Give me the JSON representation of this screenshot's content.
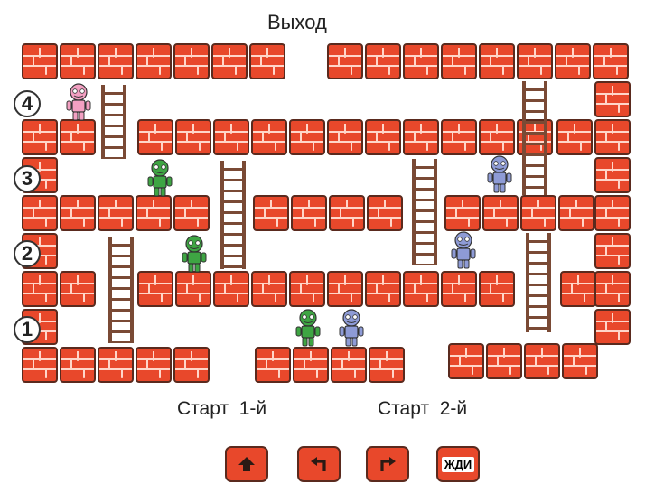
{
  "title": "Выход",
  "start_labels": [
    "Старт  1-й",
    "Старт  2-й"
  ],
  "level_numbers": [
    "1",
    "2",
    "3",
    "4"
  ],
  "controls": {
    "up": "up-arrow",
    "left": "turn-left-arrow",
    "right": "turn-right-arrow",
    "wait": "ЖДИ"
  },
  "colors": {
    "brick": "#e8482b",
    "brick_outline": "#5a2a1e",
    "ladder": "#7a4a35",
    "robot_green": "#3ea543",
    "robot_blue": "#8e9bd6",
    "robot_pink": "#f3a0c2"
  },
  "robots": [
    "pink",
    "green",
    "green",
    "blue",
    "blue",
    "green",
    "blue"
  ]
}
